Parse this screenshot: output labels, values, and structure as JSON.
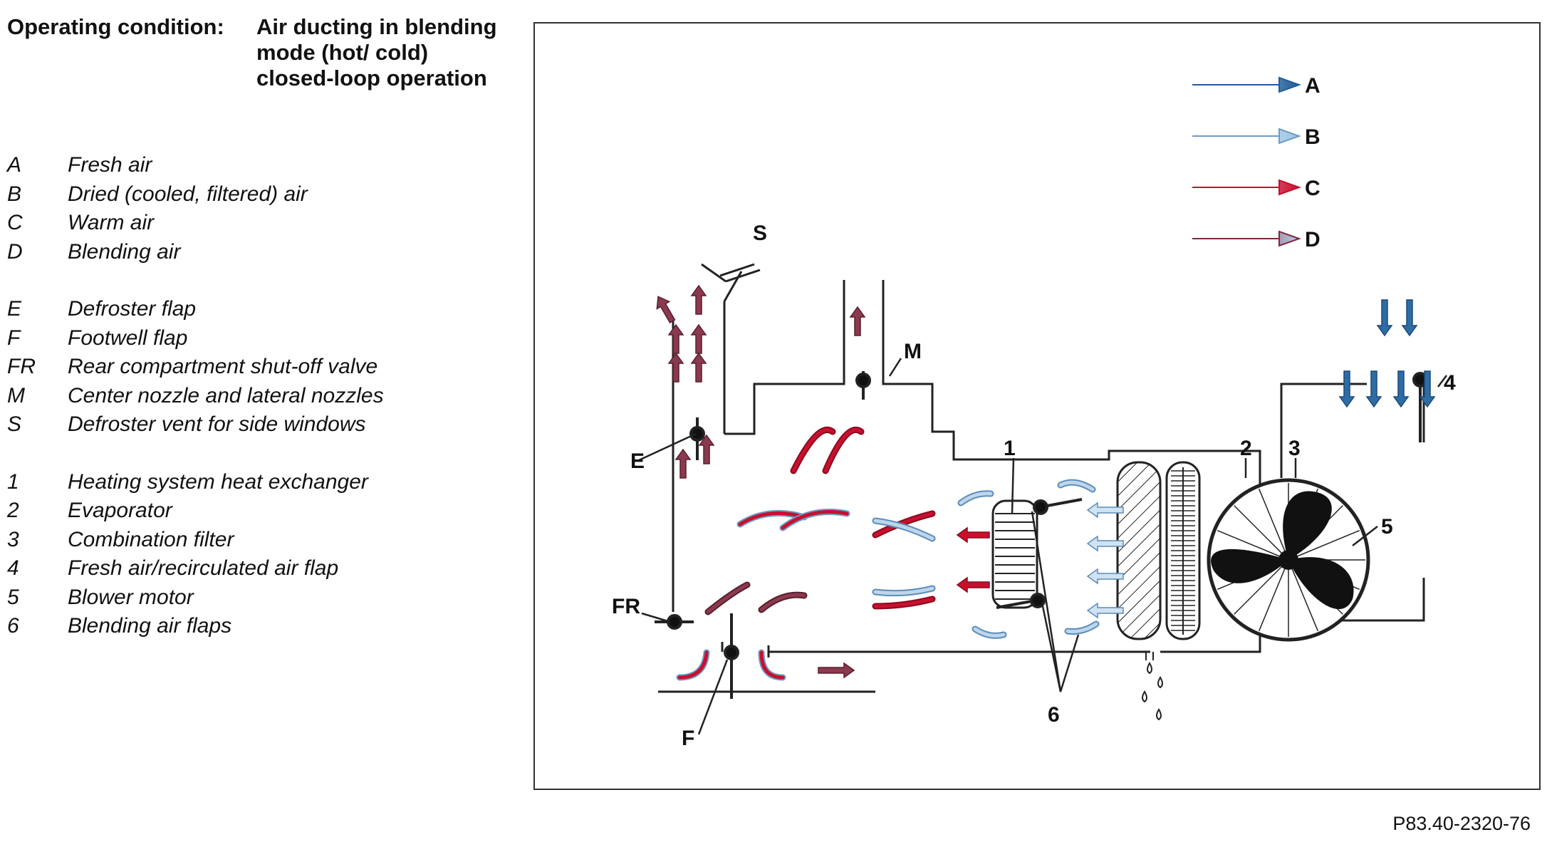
{
  "operating_condition": {
    "label": "Operating condition:",
    "value": "Air ducting in blending mode (hot/ cold) closed-loop operation"
  },
  "legend": [
    {
      "key": "A",
      "text": "Fresh air"
    },
    {
      "key": "B",
      "text": "Dried (cooled, filtered) air"
    },
    {
      "key": "C",
      "text": "Warm air"
    },
    {
      "key": "D",
      "text": "Blending air"
    },
    {
      "key": "E",
      "text": "Defroster flap"
    },
    {
      "key": "F",
      "text": "Footwell flap"
    },
    {
      "key": "FR",
      "text": "Rear compartment shut-off valve"
    },
    {
      "key": "M",
      "text": "Center nozzle and lateral nozzles"
    },
    {
      "key": "S",
      "text": "Defroster vent for side windows"
    },
    {
      "key": "1",
      "text": "Heating system heat exchanger"
    },
    {
      "key": "2",
      "text": "Evaporator"
    },
    {
      "key": "3",
      "text": "Combination filter"
    },
    {
      "key": "4",
      "text": "Fresh air/recirculated air flap"
    },
    {
      "key": "5",
      "text": "Blower motor"
    },
    {
      "key": "6",
      "text": "Blending air flaps"
    }
  ],
  "diagram": {
    "arrow_key": [
      {
        "label": "A",
        "color": "#2e6ca6"
      },
      {
        "label": "B",
        "color": "#a9cbe6"
      },
      {
        "label": "C",
        "color": "#c8102e"
      },
      {
        "label": "D",
        "color": "#7a2a3e"
      }
    ],
    "labels": {
      "S": "S",
      "M": "M",
      "E": "E",
      "FR": "FR",
      "F": "F",
      "n1": "1",
      "n2": "2",
      "n3": "3",
      "n4": "4",
      "n5": "5",
      "n6": "6"
    }
  },
  "figure_id": "P83.40-2320-76"
}
